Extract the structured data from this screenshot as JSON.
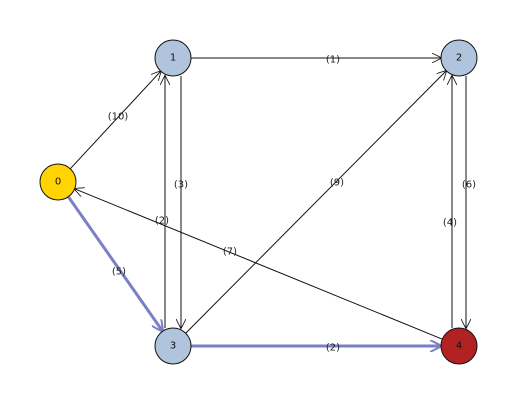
{
  "graph": {
    "nodes": [
      {
        "id": "0",
        "label": "0",
        "color": "#ffd400"
      },
      {
        "id": "1",
        "label": "1",
        "color": "#b0c4de"
      },
      {
        "id": "2",
        "label": "2",
        "color": "#b0c4de"
      },
      {
        "id": "3",
        "label": "3",
        "color": "#b0c4de"
      },
      {
        "id": "4",
        "label": "4",
        "color": "#b22222"
      }
    ],
    "edges": [
      {
        "from": "0",
        "to": "1",
        "label": "(10)",
        "highlight": false
      },
      {
        "from": "1",
        "to": "2",
        "label": "(1)",
        "highlight": false
      },
      {
        "from": "1",
        "to": "3",
        "label": "(2)",
        "highlight": false
      },
      {
        "from": "3",
        "to": "1",
        "label": "(3)",
        "highlight": false
      },
      {
        "from": "3",
        "to": "2",
        "label": "(9)",
        "highlight": false
      },
      {
        "from": "2",
        "to": "4",
        "label": "(4)",
        "highlight": false
      },
      {
        "from": "4",
        "to": "2",
        "label": "(6)",
        "highlight": false
      },
      {
        "from": "4",
        "to": "0",
        "label": "(7)",
        "highlight": false
      },
      {
        "from": "0",
        "to": "3",
        "label": "(5)",
        "highlight": true
      },
      {
        "from": "3",
        "to": "4",
        "label": "(2)",
        "highlight": true
      }
    ],
    "highlight_color": "#7b7fc4"
  }
}
